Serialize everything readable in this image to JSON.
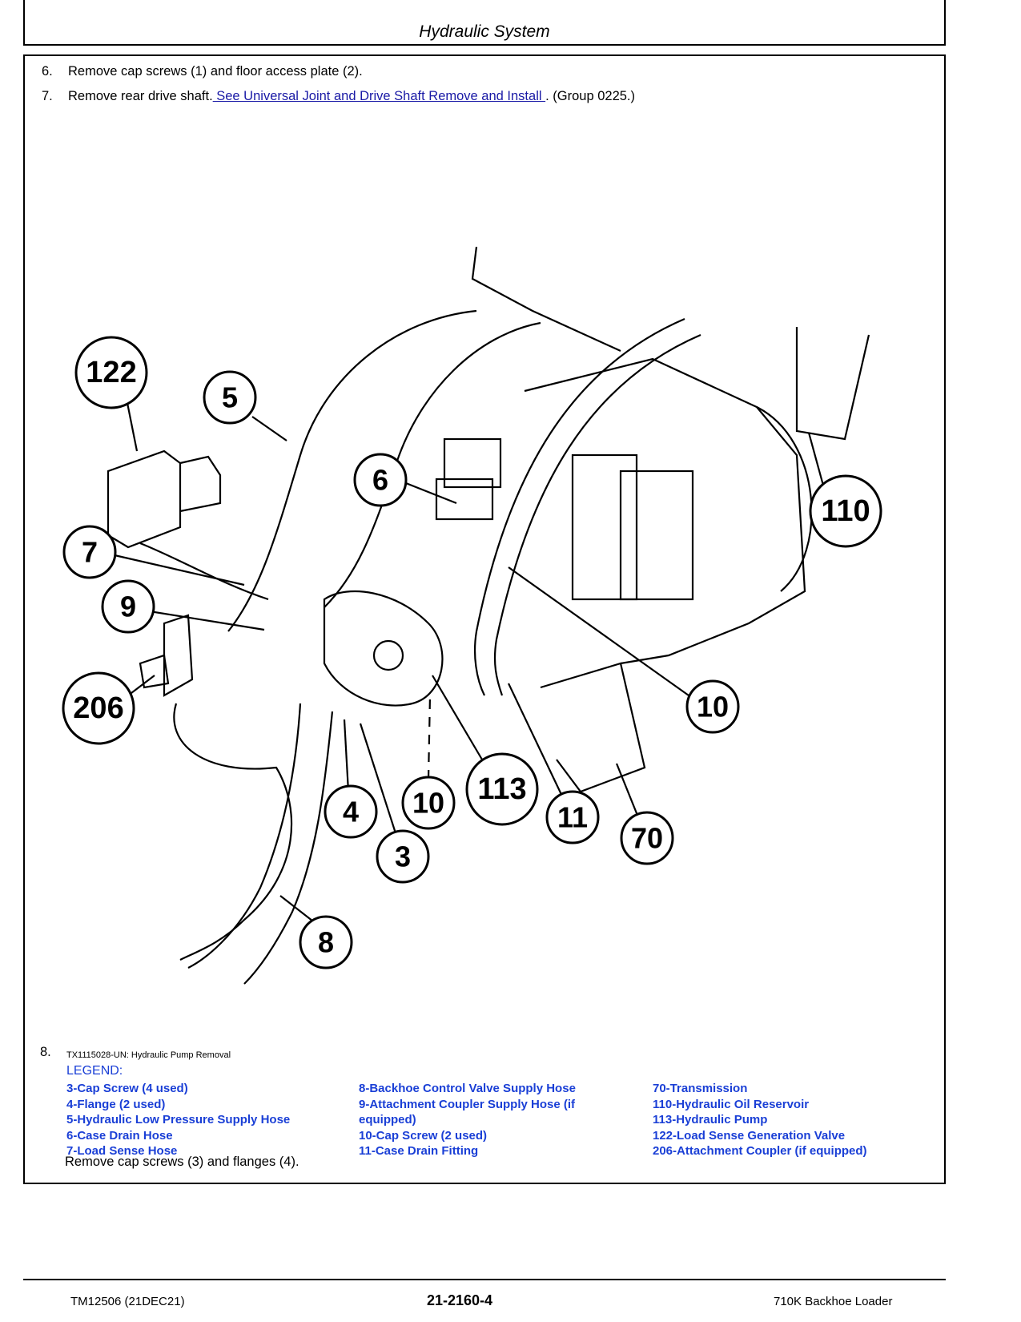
{
  "header": {
    "title": "Hydraulic System"
  },
  "steps": [
    {
      "num": "6.",
      "text": "Remove cap screws (1) and floor access plate (2)."
    },
    {
      "num": "7.",
      "text": "Remove rear drive shaft.",
      "link": " See Universal Joint and Drive Shaft Remove and Install ",
      "suffix": ". (Group 0225.)"
    }
  ],
  "figure": {
    "callouts": [
      "122",
      "5",
      "6",
      "7",
      "9",
      "206",
      "110",
      "10",
      "4",
      "10",
      "113",
      "11",
      "3",
      "70",
      "8"
    ],
    "caption": "TX1115028-UN: Hydraulic Pump Removal"
  },
  "step8": {
    "num": "8."
  },
  "legend": {
    "title": "LEGEND:",
    "col1": [
      "3-Cap Screw (4 used)",
      "4-Flange (2 used)",
      "5-Hydraulic Low Pressure Supply Hose",
      "6-Case Drain Hose",
      "7-Load Sense Hose"
    ],
    "col2": [
      "8-Backhoe Control Valve Supply Hose",
      "9-Attachment Coupler Supply Hose (if",
      "equipped)",
      "10-Cap Screw (2 used)",
      "11-Case Drain Fitting"
    ],
    "col3": [
      "70-Transmission",
      "110-Hydraulic Oil Reservoir",
      "113-Hydraulic Pump",
      "122-Load Sense Generation Valve",
      "206-Attachment Coupler (if equipped)"
    ]
  },
  "after_text": "Remove cap screws (3) and flanges (4).",
  "footer": {
    "left": "TM12506 (21DEC21)",
    "center": "21-2160-4",
    "right": "710K Backhoe Loader"
  }
}
